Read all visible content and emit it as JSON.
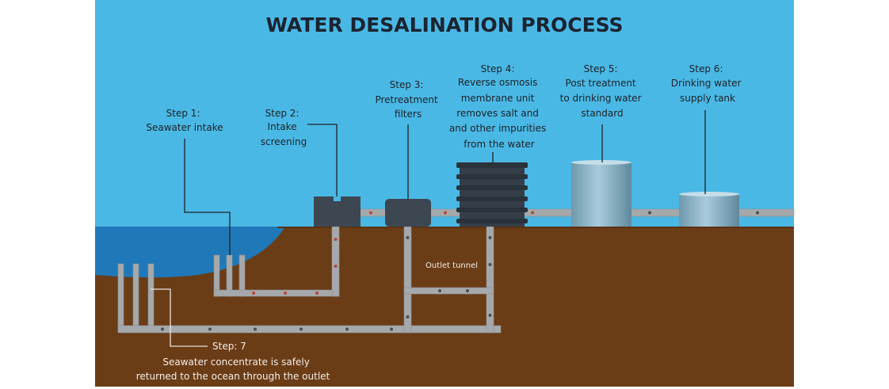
{
  "title": "WATER DESALINATION PROCESS",
  "colors": {
    "sky": "#4ab8e5",
    "ground": "#6b3d17",
    "ocean": "#1f79b8",
    "pipe": "#a6a9ab",
    "equipment": "#3d4752",
    "tank": "#7fa9bf"
  },
  "steps": [
    {
      "id": "step-1",
      "lines": [
        "Step 1:",
        "Seawater intake"
      ]
    },
    {
      "id": "step-2",
      "lines": [
        "Step 2:",
        "Intake",
        "screening"
      ]
    },
    {
      "id": "step-3",
      "lines": [
        "Step 3:",
        "Pretreatment",
        "filters"
      ]
    },
    {
      "id": "step-4",
      "lines": [
        "Step 4:",
        "Reverse osmosis",
        "membrane unit",
        "removes salt and",
        "and other impurities",
        "from the water"
      ]
    },
    {
      "id": "step-5",
      "lines": [
        "Step 5:",
        "Post treatment",
        "to drinking water",
        "standard"
      ]
    },
    {
      "id": "step-6",
      "lines": [
        "Step 6:",
        "Drinking water",
        "supply tank"
      ]
    },
    {
      "id": "step-7",
      "lines": [
        "Step: 7",
        "Seawater concentrate is safely",
        "returned to the ocean through the outlet"
      ]
    }
  ],
  "tunnel_label": "Outlet tunnel"
}
